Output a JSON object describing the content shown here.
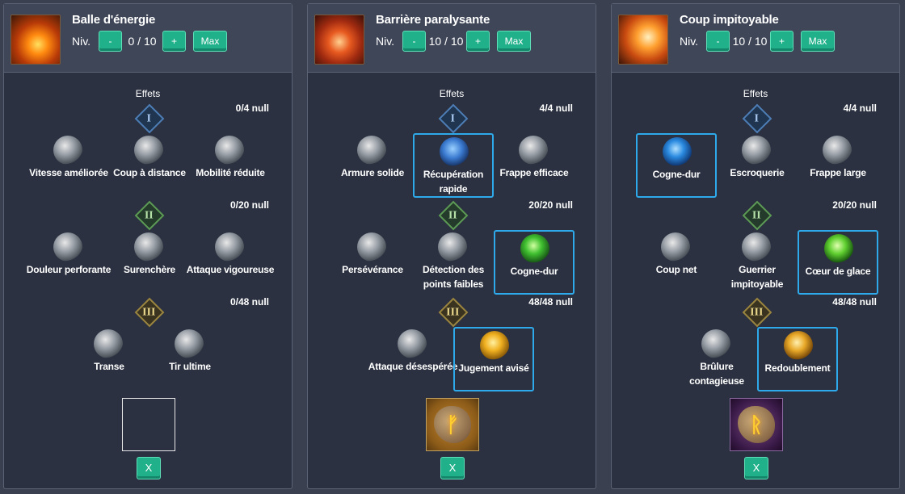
{
  "panels": [
    {
      "name": "Balle d'énergie",
      "level_label": "Niv.",
      "minus": "-",
      "plus": "+",
      "max": "Max",
      "level": "0 / 10",
      "effects_label": "Effets",
      "tiers": [
        {
          "numeral": "I",
          "count": "0/4 null",
          "options": [
            {
              "label": "Vitesse améliorée",
              "icon": "shield-swirl-icon",
              "selected": false
            },
            {
              "label": "Coup à distance",
              "icon": "arrow-claw-icon",
              "selected": false
            },
            {
              "label": "Mobilité réduite",
              "icon": "boot-icon",
              "selected": false
            }
          ]
        },
        {
          "numeral": "II",
          "count": "0/20 null",
          "options": [
            {
              "label": "Douleur perforante",
              "icon": "spike-burst-icon",
              "selected": false
            },
            {
              "label": "Surenchère",
              "icon": "up-arrow-burst-icon",
              "selected": false
            },
            {
              "label": "Attaque vigoureuse",
              "icon": "rushing-fist-icon",
              "selected": false
            }
          ]
        },
        {
          "numeral": "III",
          "count": "0/48 null",
          "options": [
            {
              "label": "Transe",
              "icon": "down-arrow-icon",
              "selected": false
            },
            {
              "label": "Tir ultime",
              "icon": "arrows-up-icon",
              "selected": false
            }
          ]
        }
      ],
      "rune": "empty",
      "rune_glyph": "",
      "close_label": "X"
    },
    {
      "name": "Barrière paralysante",
      "level_label": "Niv.",
      "minus": "-",
      "plus": "+",
      "max": "Max",
      "level": "10 / 10",
      "effects_label": "Effets",
      "tiers": [
        {
          "numeral": "I",
          "count": "4/4 null",
          "options": [
            {
              "label": "Armure solide",
              "icon": "armor-icon",
              "selected": false
            },
            {
              "label": "Récupération rapide",
              "icon": "hourglass-icon",
              "selected": true
            },
            {
              "label": "Frappe efficace",
              "icon": "strike-down-icon",
              "selected": false
            }
          ]
        },
        {
          "numeral": "II",
          "count": "20/20 null",
          "options": [
            {
              "label": "Persévérance",
              "icon": "head-aura-icon",
              "selected": false
            },
            {
              "label": "Détection des points faibles",
              "icon": "skull-target-icon",
              "selected": false
            },
            {
              "label": "Cogne-dur",
              "icon": "green-orb-icon",
              "selected": true
            }
          ]
        },
        {
          "numeral": "III",
          "count": "48/48 null",
          "options": [
            {
              "label": "Attaque désespérée",
              "icon": "grasping-hand-icon",
              "selected": false
            },
            {
              "label": "Jugement avisé",
              "icon": "golden-swirl-icon",
              "selected": true
            }
          ]
        }
      ],
      "rune": "orange",
      "rune_glyph": "ᚠ",
      "close_label": "X"
    },
    {
      "name": "Coup impitoyable",
      "level_label": "Niv.",
      "minus": "-",
      "plus": "+",
      "max": "Max",
      "level": "10 / 10",
      "effects_label": "Effets",
      "tiers": [
        {
          "numeral": "I",
          "count": "4/4 null",
          "options": [
            {
              "label": "Cogne-dur",
              "icon": "blue-orb-icon",
              "selected": true
            },
            {
              "label": "Escroquerie",
              "icon": "boot-icon",
              "selected": false
            },
            {
              "label": "Frappe large",
              "icon": "compass-icon",
              "selected": false
            }
          ]
        },
        {
          "numeral": "II",
          "count": "20/20 null",
          "options": [
            {
              "label": "Coup net",
              "icon": "crossed-slash-icon",
              "selected": false
            },
            {
              "label": "Guerrier impitoyable",
              "icon": "crossed-swords-icon",
              "selected": false
            },
            {
              "label": "Cœur de glace",
              "icon": "green-sparkle-icon",
              "selected": true
            }
          ]
        },
        {
          "numeral": "III",
          "count": "48/48 null",
          "options": [
            {
              "label": "Brûlure contagieuse",
              "icon": "flame-icon",
              "selected": false
            },
            {
              "label": "Redoublement",
              "icon": "golden-ring-icon",
              "selected": true
            }
          ]
        }
      ],
      "rune": "purple",
      "rune_glyph": "ᚱ",
      "close_label": "X"
    }
  ],
  "colors": {
    "accent": "#20b08a",
    "selected_border": "#2eaaea",
    "panel_bg": "#2b3140"
  }
}
